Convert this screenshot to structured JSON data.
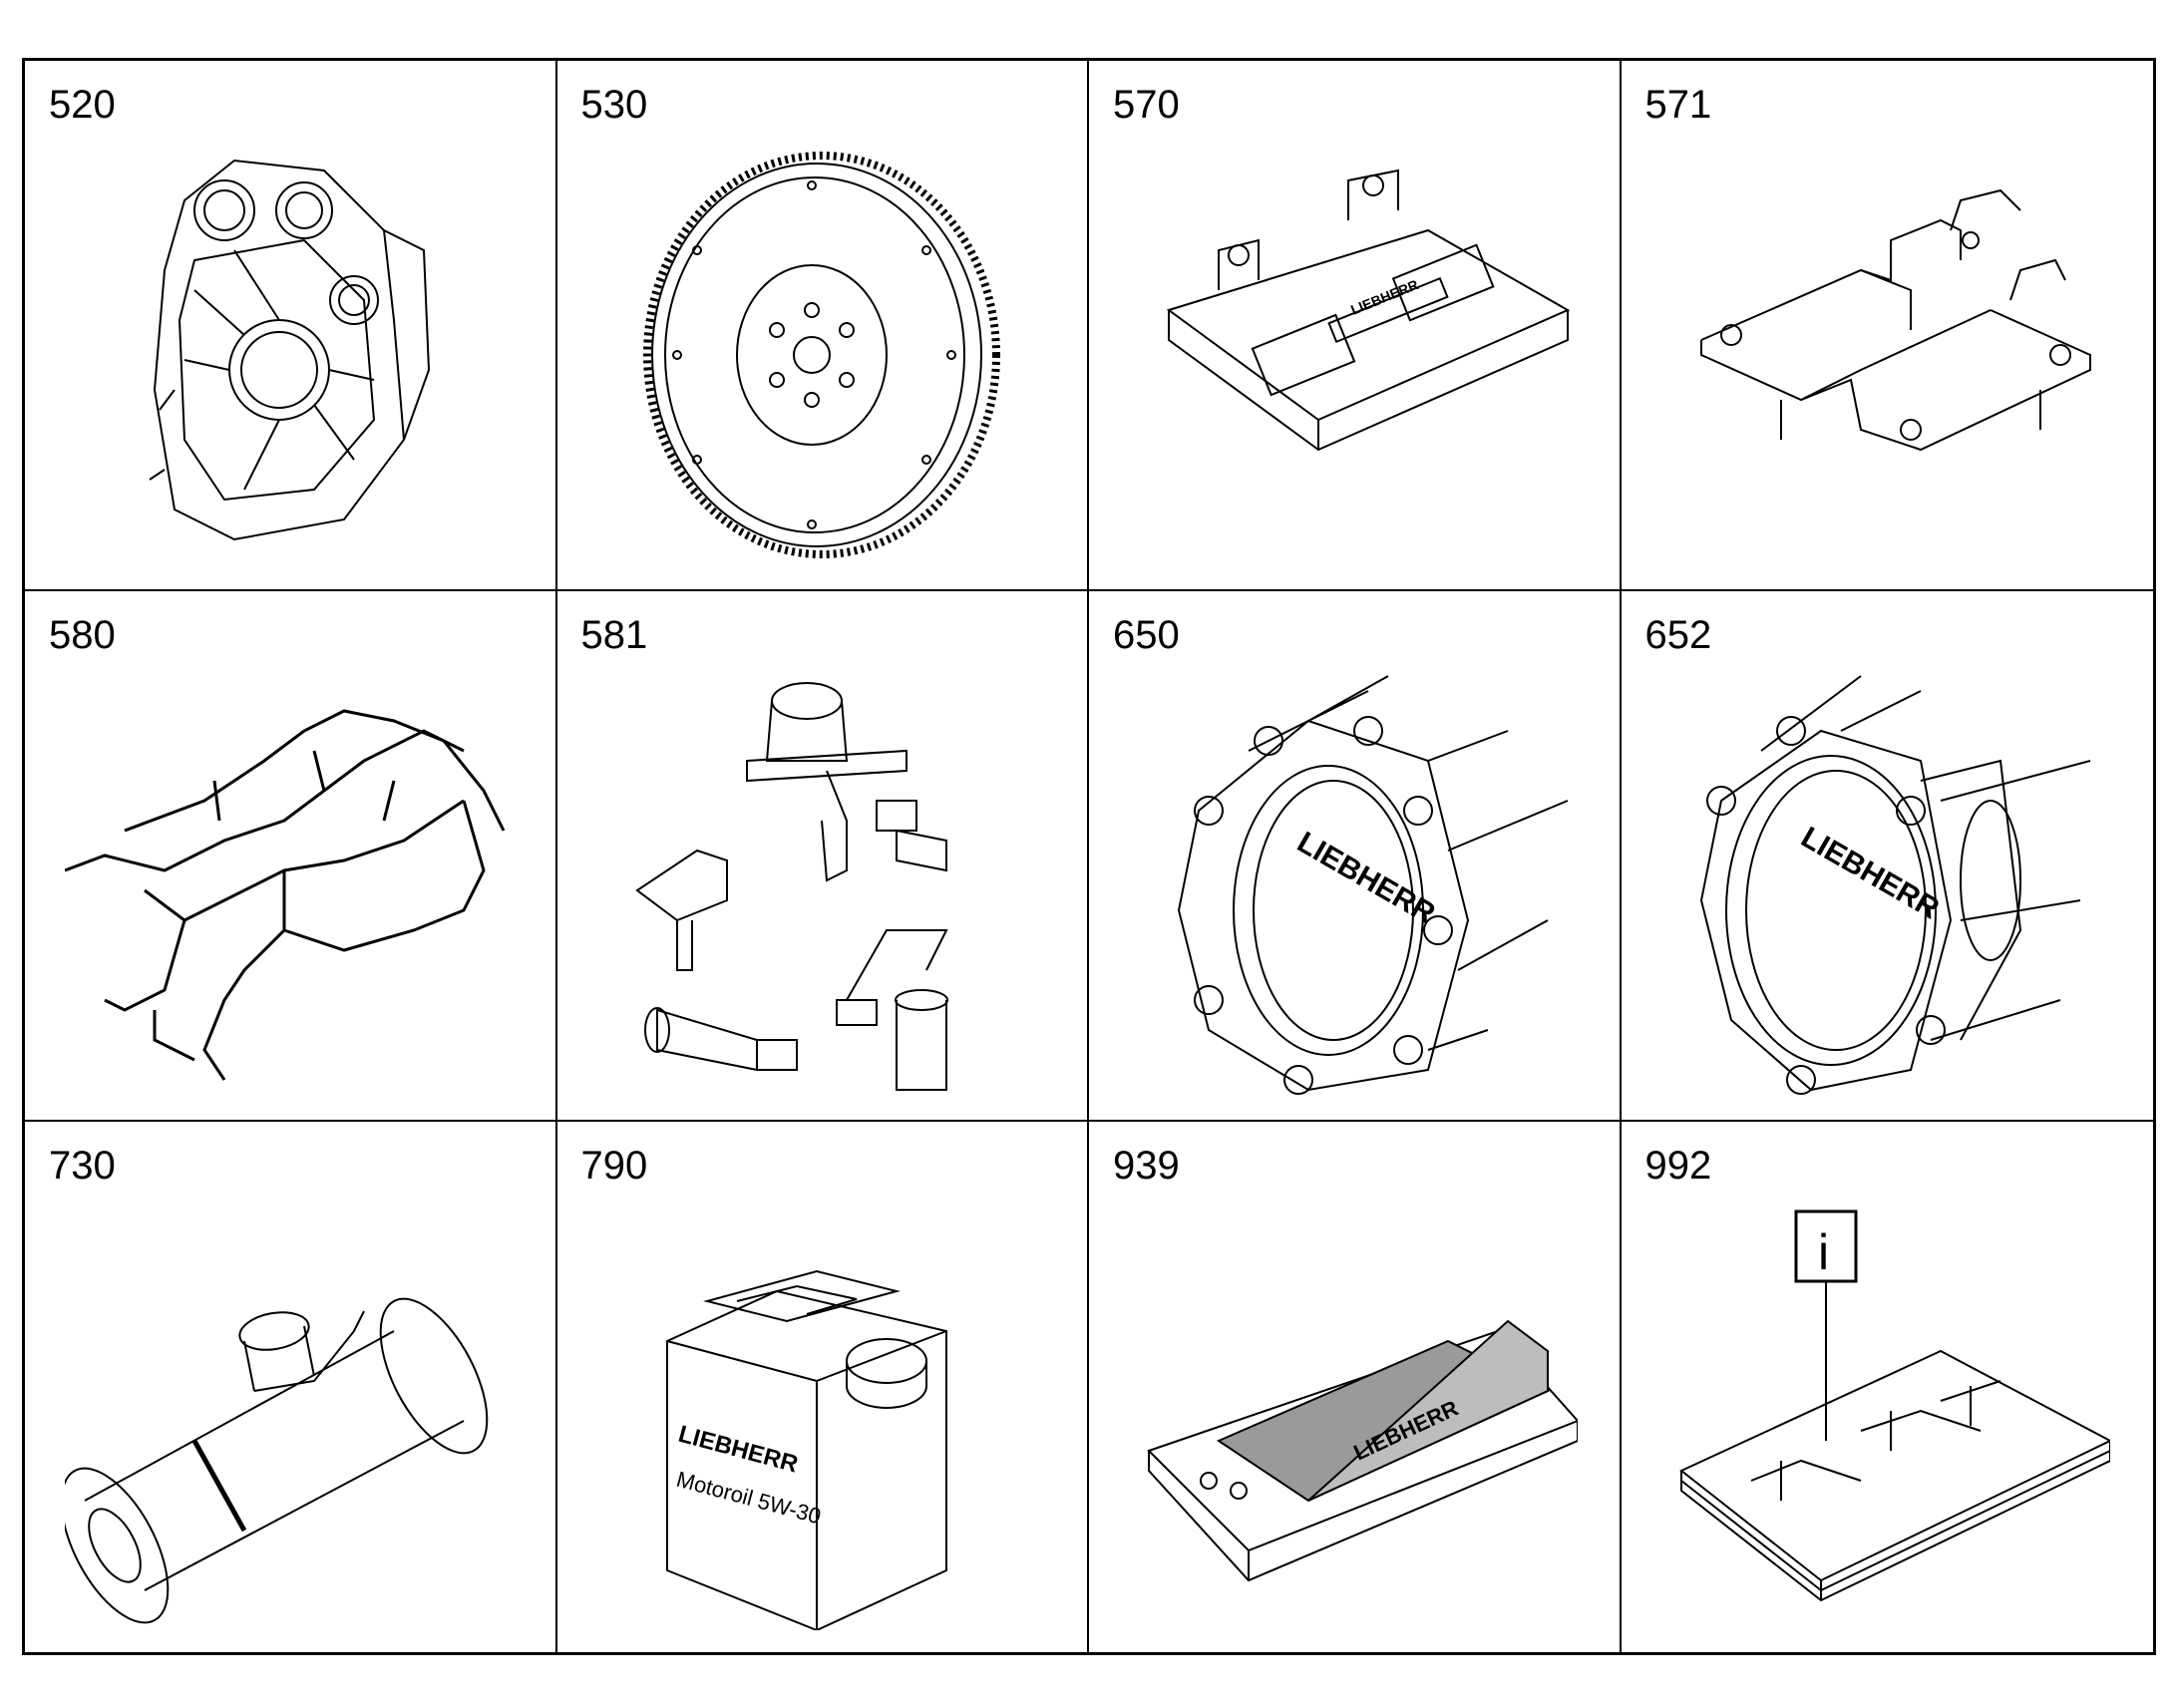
{
  "parts": [
    {
      "number": "520",
      "icon": "flywheel-housing-icon"
    },
    {
      "number": "530",
      "icon": "flywheel-icon"
    },
    {
      "number": "570",
      "icon": "control-unit-icon"
    },
    {
      "number": "571",
      "icon": "mounting-bracket-icon"
    },
    {
      "number": "580",
      "icon": "wiring-harness-icon"
    },
    {
      "number": "581",
      "icon": "sensors-icon"
    },
    {
      "number": "650",
      "icon": "housing-flange-icon"
    },
    {
      "number": "652",
      "icon": "housing-flange-icon"
    },
    {
      "number": "730",
      "icon": "air-filter-icon"
    },
    {
      "number": "790",
      "icon": "oil-canister-icon"
    },
    {
      "number": "939",
      "icon": "seal-kit-box-icon"
    },
    {
      "number": "992",
      "icon": "documentation-icon"
    }
  ],
  "brand": "LIEBHERR",
  "oil_label": "Motoroil 5W-30",
  "info_symbol": "i",
  "colors": {
    "line": "#000000",
    "background": "#ffffff",
    "gasket": "#9a9a9a"
  }
}
